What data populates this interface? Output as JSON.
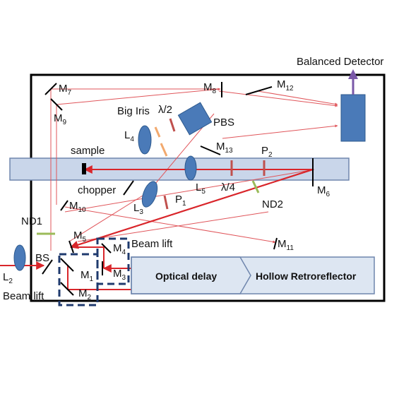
{
  "labels": {
    "balanced_detector": "Balanced Detector",
    "m7": "M",
    "m7_sub": "7",
    "m8": "M",
    "m8_sub": "8",
    "m9": "M",
    "m9_sub": "9",
    "m12": "M",
    "m12_sub": "12",
    "m13": "M",
    "m13_sub": "13",
    "m6": "M",
    "m6_sub": "6",
    "m10": "M",
    "m10_sub": "10",
    "m11": "M",
    "m11_sub": "11",
    "m5": "M",
    "m5_sub": "5",
    "m4": "M",
    "m4_sub": "4",
    "m3": "M",
    "m3_sub": "3",
    "m1": "M",
    "m1_sub": "1",
    "m2": "M",
    "m2_sub": "2",
    "big_iris": "Big Iris",
    "half_wave": "λ/2",
    "pbs": "PBS",
    "l4": "L",
    "l4_sub": "4",
    "l5": "L",
    "l5_sub": "5",
    "l3": "L",
    "l3_sub": "3",
    "l2": "L",
    "l2_sub": "2",
    "sample": "sample",
    "p2": "P",
    "p2_sub": "2",
    "p1": "P",
    "p1_sub": "1",
    "chopper": "chopper",
    "quarter_wave": "λ/4",
    "nd2": "ND2",
    "nd1": "ND1",
    "bs": "BS",
    "beam_lift_right": "Beam lift",
    "beam_lift_left": "Beam lift",
    "optical_delay": "Optical delay",
    "hollow_retroreflector": "Hollow Retroreflector"
  },
  "colors": {
    "beam": "#d9262b",
    "beam_thin": "#e0555a",
    "optic_blue": "#4a7ab8",
    "rail_fill": "#c9d6ea",
    "rail_stroke": "#6f86ad",
    "detector": "#4a7ab8",
    "arrow_purple": "#7a58a8",
    "filter_green": "#9bbb59",
    "iris_orange": "#f2a96e",
    "waveplate_red": "#c0504d",
    "frame": "#000000",
    "dashed_box": "#1f3a6e",
    "delay_fill": "#dde6f2"
  }
}
